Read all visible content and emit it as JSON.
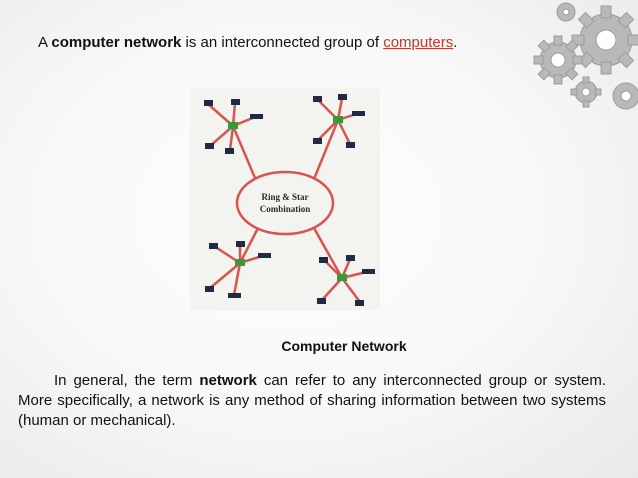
{
  "slide": {
    "intro": {
      "prefix": "A ",
      "bold_term": "computer network",
      "middle": " is an interconnected group of ",
      "link_text": "computers",
      "suffix": "."
    },
    "diagram": {
      "ring_label_line1": "Ring & Star",
      "ring_label_line2": "Combination"
    },
    "caption": "Computer Network",
    "paragraph": {
      "prefix": "In general, the term ",
      "bold_term": "network",
      "rest": " can refer to any interconnected group or system. More specifically, a network is any method of sharing information between two systems  (human or mechanical)."
    }
  },
  "colors": {
    "link": "#c0392b",
    "network_lines": "#d9534f",
    "hub": "#3a9a3a",
    "device": "#1f2a44",
    "gears": "#b5b5b5"
  },
  "icons": [
    "gears-decoration-icon",
    "computer-icon",
    "hub-icon"
  ]
}
